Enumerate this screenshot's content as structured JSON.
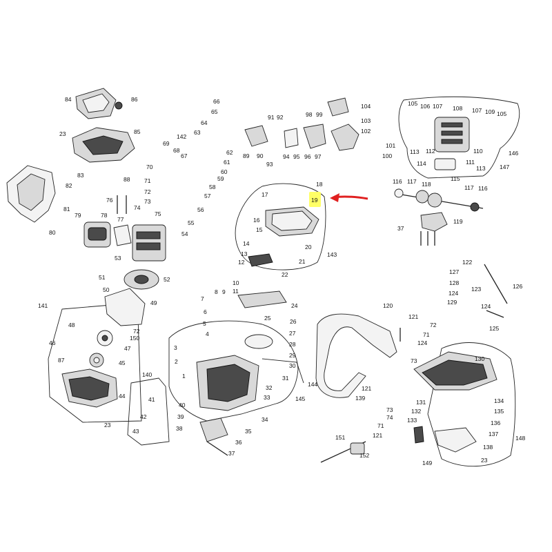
{
  "labels": {
    "l84": "84",
    "l86": "86",
    "l85": "85",
    "l23a": "23",
    "l83": "83",
    "l82": "82",
    "l81": "81",
    "l80": "80",
    "l88": "88",
    "l69": "69",
    "l68": "68",
    "l67": "67",
    "l70": "70",
    "l66": "66",
    "l65": "65",
    "l64": "64",
    "l142": "142",
    "l63": "63",
    "l62": "62",
    "l61": "61",
    "l60": "60",
    "l59": "59",
    "l58": "58",
    "l71": "71",
    "l72": "72",
    "l57": "57",
    "l76": "76",
    "l74": "74",
    "l73": "73",
    "l75": "75",
    "l56": "56",
    "l79": "79",
    "l78": "78",
    "l77": "77",
    "l55": "55",
    "l54": "54",
    "l53": "53",
    "l89": "89",
    "l91": "91",
    "l92": "92",
    "l90": "90",
    "l93": "93",
    "l98": "98",
    "l99": "99",
    "l94": "94",
    "l95": "95",
    "l96": "96",
    "l97": "97",
    "l104": "104",
    "l103": "103",
    "l102": "102",
    "l101": "101",
    "l100": "100",
    "l105a": "105",
    "l106": "106",
    "l107a": "107",
    "l108": "108",
    "l107b": "107",
    "l109": "109",
    "l105b": "105",
    "l113a": "113",
    "l112": "112",
    "l114": "114",
    "l110": "110",
    "l111": "111",
    "l115": "115",
    "l113b": "113",
    "l146": "146",
    "l147": "147",
    "l18": "18",
    "l19": "19",
    "l17": "17",
    "l16": "16",
    "l15": "15",
    "l14": "14",
    "l20": "20",
    "l13": "13",
    "l12": "12",
    "l21": "21",
    "l22": "22",
    "l143": "143",
    "l116a": "116",
    "l117a": "117",
    "l118": "118",
    "l117b": "117",
    "l116b": "116",
    "l119": "119",
    "l37a": "37",
    "l122": "122",
    "l127": "127",
    "l128": "128",
    "l123": "123",
    "l126": "126",
    "l124a": "124",
    "l129": "129",
    "l124b": "124",
    "l125": "125",
    "l51": "51",
    "l52": "52",
    "l50": "50",
    "l49": "49",
    "l141": "141",
    "l48": "48",
    "l72b": "72",
    "l150": "150",
    "l46": "46",
    "l47": "47",
    "l87": "87",
    "l45": "45",
    "l44": "44",
    "l23b": "23",
    "l8": "8",
    "l9": "9",
    "l10": "10",
    "l11": "11",
    "l7": "7",
    "l24": "24",
    "l6": "6",
    "l5": "5",
    "l25": "25",
    "l26": "26",
    "l4": "4",
    "l27": "27",
    "l28": "28",
    "l3": "3",
    "l2": "2",
    "l29": "29",
    "l30": "30",
    "l1": "1",
    "l31": "31",
    "l32": "32",
    "l33": "33",
    "l144": "144",
    "l145": "145",
    "l140": "140",
    "l40": "40",
    "l41": "41",
    "l39": "39",
    "l34": "34",
    "l42": "42",
    "l38": "38",
    "l35": "35",
    "l43": "43",
    "l36": "36",
    "l37b": "37",
    "l120": "120",
    "l121a": "121",
    "l121b": "121",
    "l139": "139",
    "l72c": "72",
    "l71b": "71",
    "l124c": "124",
    "l130": "130",
    "l73b": "73",
    "l134": "134",
    "l135": "135",
    "l131": "131",
    "l73c": "73",
    "l132": "132",
    "l136": "136",
    "l74b": "74",
    "l133": "133",
    "l71c": "71",
    "l121c": "121",
    "l137": "137",
    "l148": "148",
    "l138": "138",
    "l23c": "23",
    "l149": "149",
    "l151": "151",
    "l152": "152"
  },
  "highlight": {
    "label": "19",
    "color": "#ffff66"
  },
  "arrow_color": "#e02020"
}
